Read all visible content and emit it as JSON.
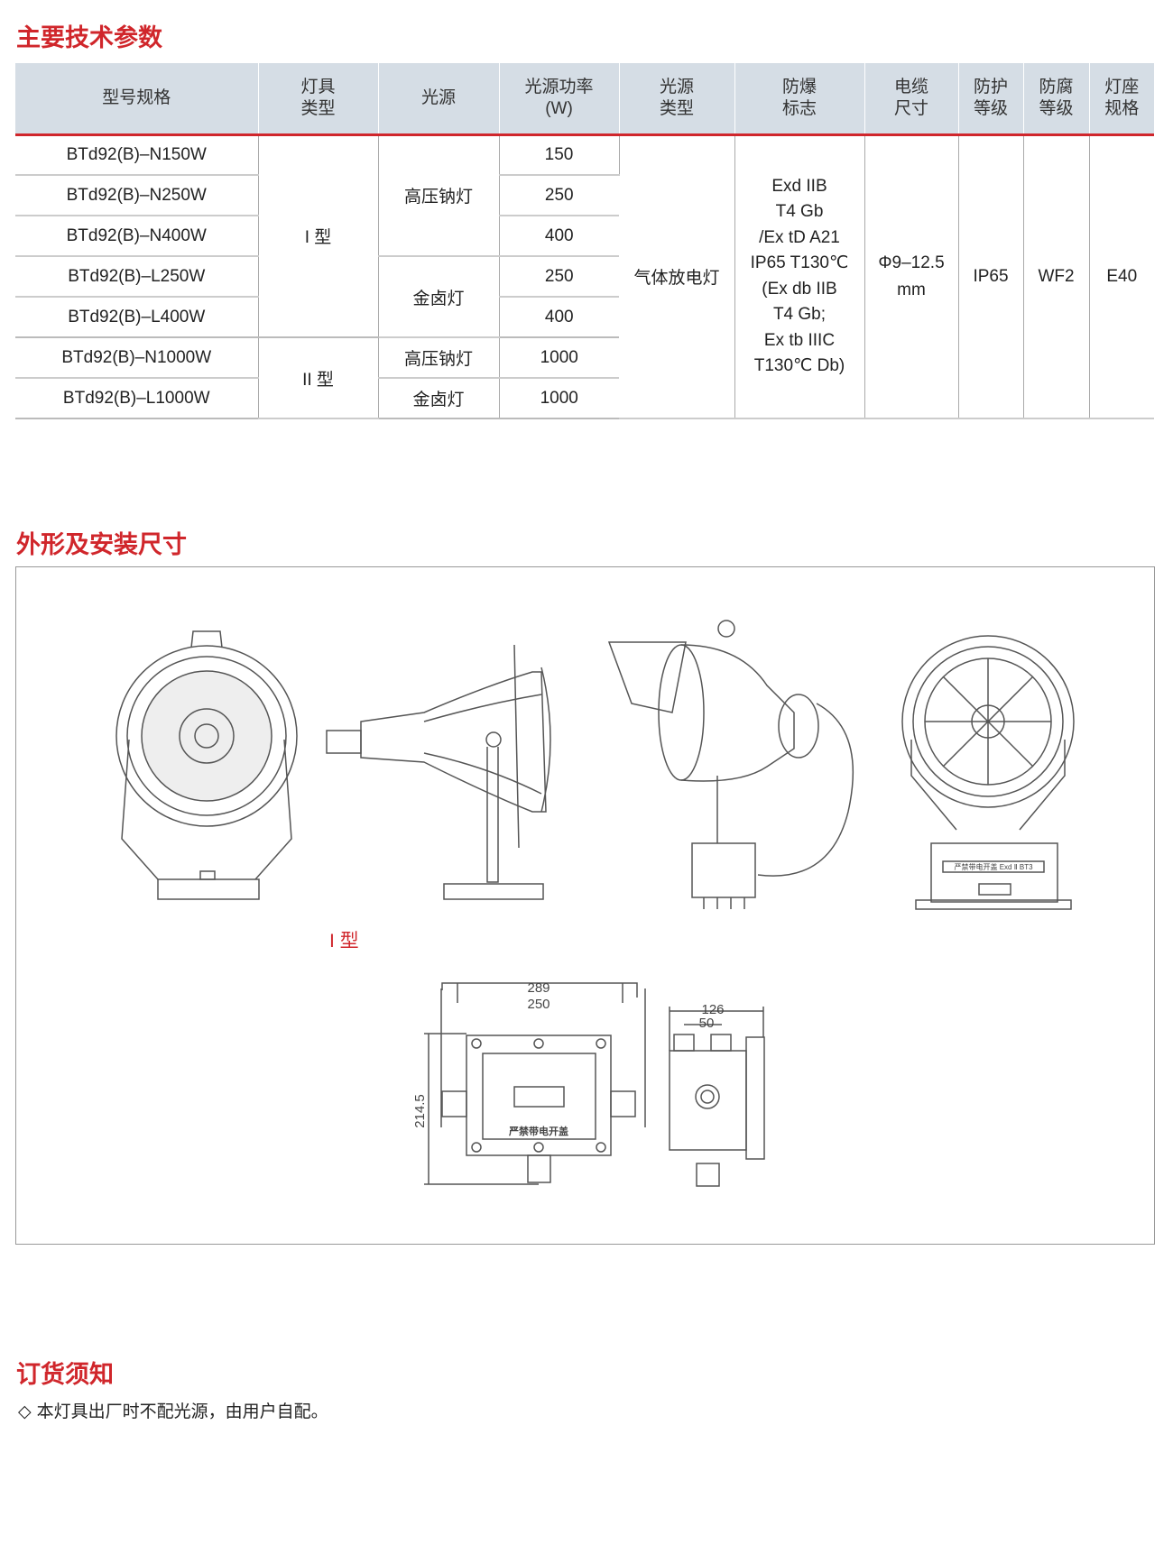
{
  "sections": {
    "params_title": "主要技术参数",
    "dims_title": "外形及安装尺寸",
    "order_title": "订货须知"
  },
  "table": {
    "headers": [
      "型号规格",
      "灯具\n类型",
      "光源",
      "光源功率\n(W)",
      "光源\n类型",
      "防爆\n标志",
      "电缆\n尺寸",
      "防护\n等级",
      "防腐\n等级",
      "灯座\n规格"
    ],
    "models": [
      "BTd92(B)–N150W",
      "BTd92(B)–N250W",
      "BTd92(B)–N400W",
      "BTd92(B)–L250W",
      "BTd92(B)–L400W",
      "BTd92(B)–N1000W",
      "BTd92(B)–L1000W"
    ],
    "type1": "I 型",
    "type2": "II 型",
    "source_hps": "高压钠灯",
    "source_mh": "金卤灯",
    "source_hps2": "高压钠灯",
    "source_mh2": "金卤灯",
    "powers": [
      "150",
      "250",
      "400",
      "250",
      "400",
      "1000",
      "1000"
    ],
    "lamp_type": "气体放电灯",
    "ex_mark": [
      "Exd IIB",
      "T4 Gb",
      "/Ex tD A21",
      "IP65 T130℃",
      "(Ex db IIB",
      "T4 Gb;",
      "Ex tb IIIC",
      "T130℃ Db)"
    ],
    "cable": [
      "Φ9–12.5",
      "mm"
    ],
    "ip": "IP65",
    "anticorrosion": "WF2",
    "socket": "E40"
  },
  "drawing": {
    "type_label": "I 型",
    "warning": "严禁带电开盖",
    "plate": "严禁带电开盖  Exd Ⅱ BT3",
    "dims": {
      "w_outer": "289",
      "w_inner": "250",
      "height": "214.5",
      "depth": "126",
      "gland": "50"
    }
  },
  "notes": [
    "◇ 本灯具出厂时不配光源，由用户自配。"
  ]
}
